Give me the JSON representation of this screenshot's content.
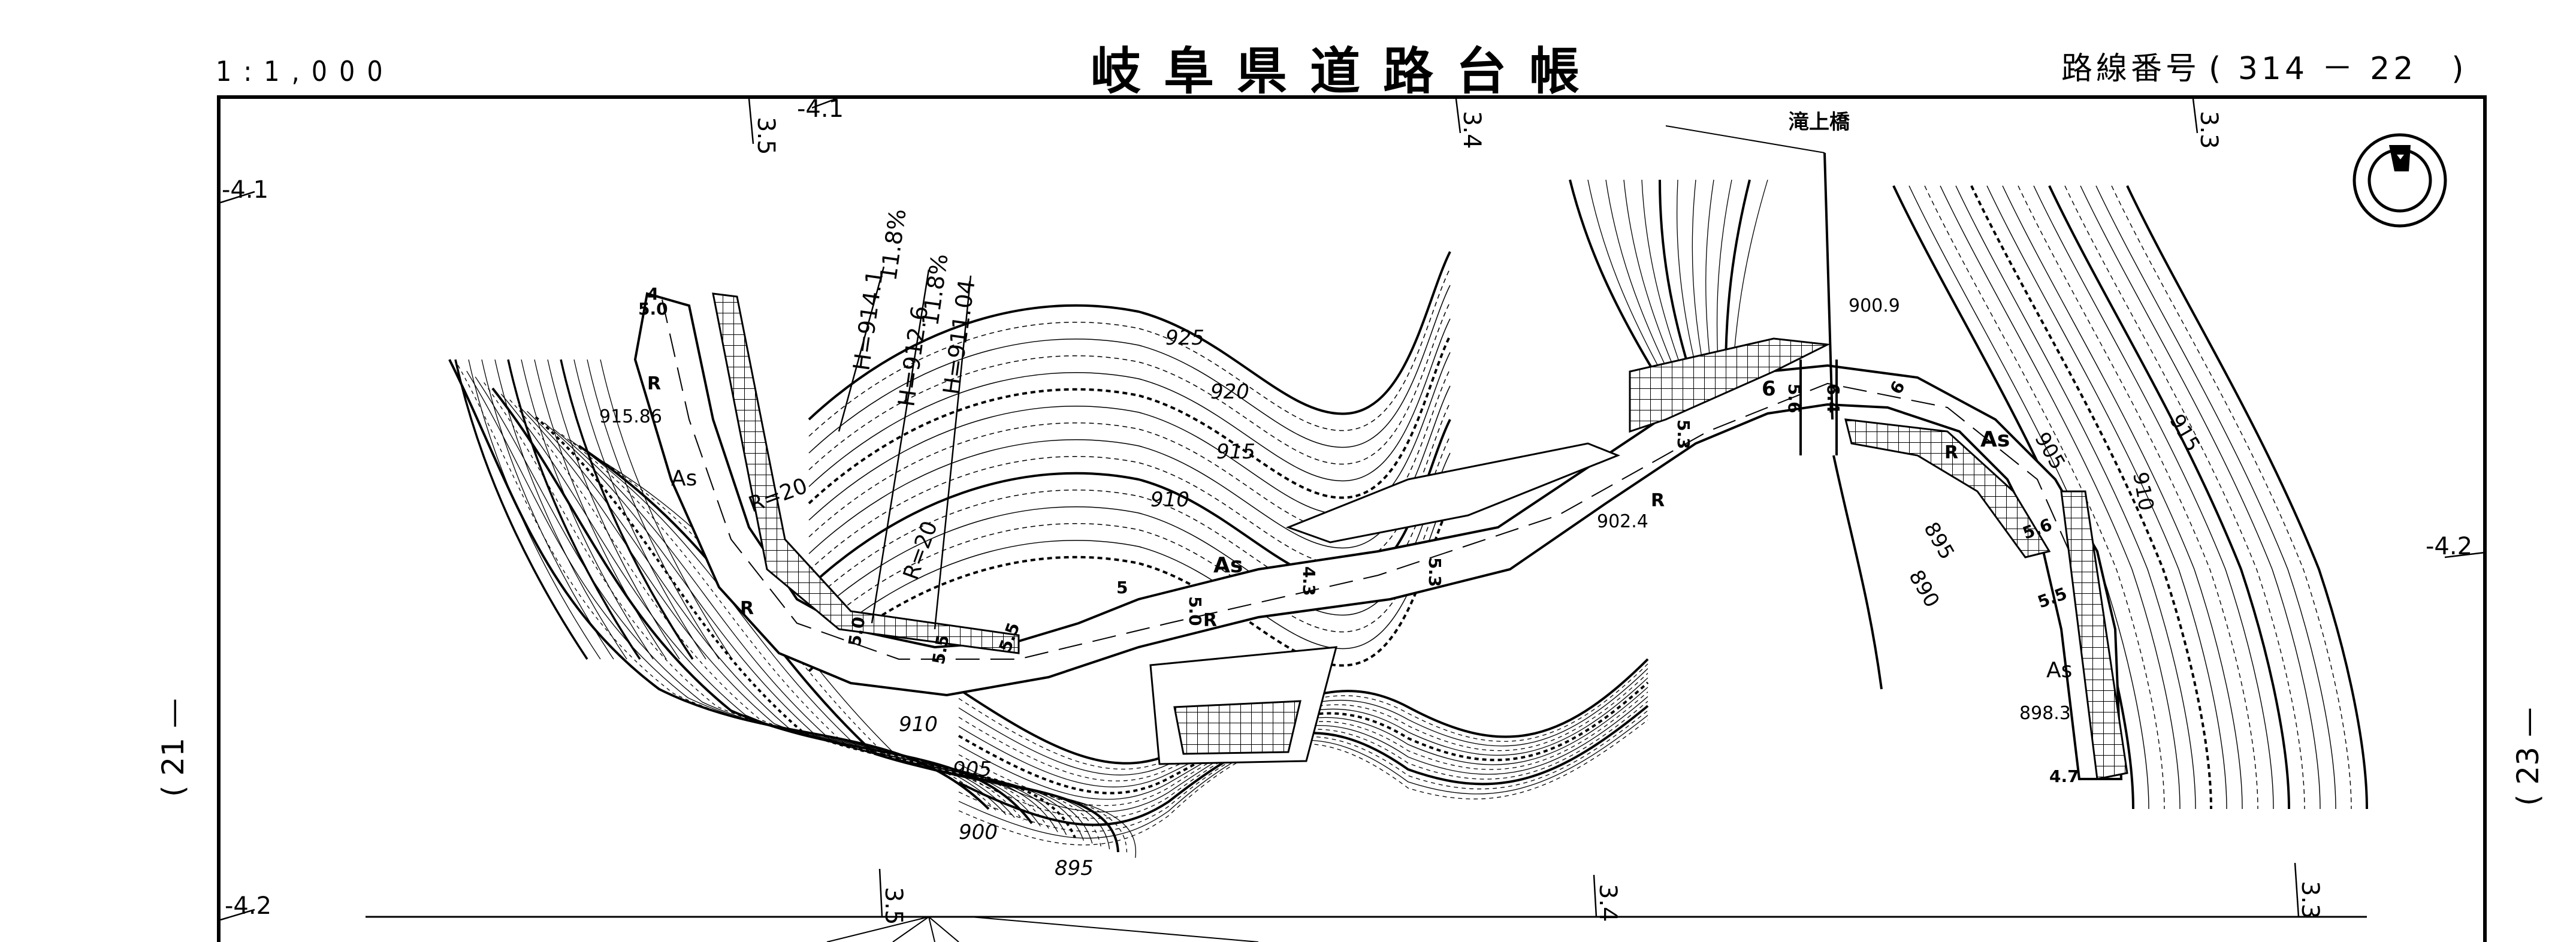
{
  "header": {
    "scale": "1:1,000",
    "title": "岐阜県道路台帳",
    "route_label": "路線番号",
    "route_number": "( 314 － 22　)"
  },
  "margins": {
    "left_sheet": "( 21 —",
    "right_sheet": "( 23 —"
  },
  "compass": {
    "icon": "north-arrow-icon"
  },
  "grid_ticks": {
    "top": [
      "3.5",
      "-4.1",
      "3.4",
      "3.3"
    ],
    "left": [
      "-4.1",
      "-4.2"
    ],
    "right": [
      "-4.2"
    ],
    "bottom": [
      "3.5",
      "3.4",
      "3.3"
    ]
  },
  "map": {
    "bridge_name": "滝上橋",
    "contours": [
      "925",
      "920",
      "915",
      "910",
      "910",
      "905",
      "900",
      "895",
      "905",
      "910",
      "915",
      "895",
      "890"
    ],
    "elevations": [
      "915.86",
      "902.4",
      "900.9",
      "898.3"
    ],
    "grade_notes": [
      "H=914.1",
      "11.8%",
      "H=912.6",
      "11.8%",
      "H=911.04"
    ],
    "curve_radii": [
      "R=20",
      "R=20"
    ],
    "surface": [
      "As",
      "As",
      "As",
      "As"
    ],
    "road_widths": [
      "5.0",
      "4",
      "5.0",
      "5.5",
      "5.5",
      "5",
      "5.0",
      "4.3",
      "5.3",
      "5.3",
      "6",
      "5.6",
      "6.4",
      "5.6",
      "5.5",
      "4.7",
      "6"
    ],
    "guardrail_marks": [
      "R",
      "R",
      "R",
      "R",
      "R"
    ]
  },
  "colors": {
    "ink": "#000000",
    "paper": "#ffffff"
  }
}
